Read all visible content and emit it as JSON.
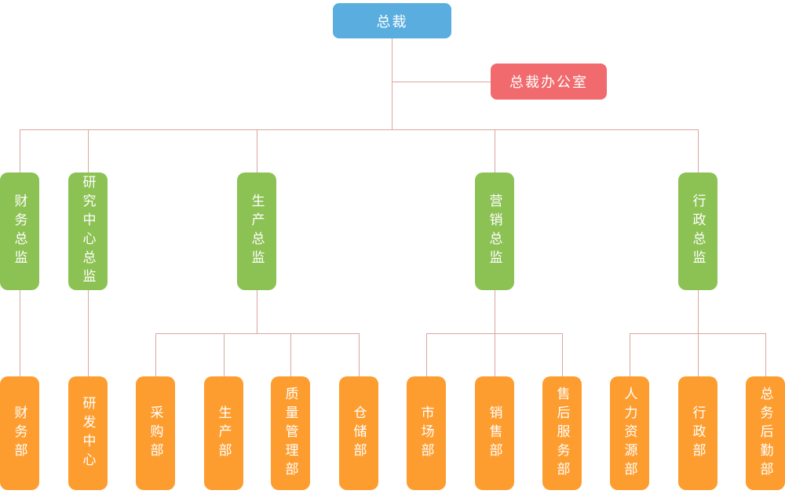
{
  "colors": {
    "root": "#5AADDF",
    "office": "#F16A6D",
    "director": "#8CC153",
    "department": "#FD9D2F",
    "connector": "#DAA69E",
    "label": "#FFFFFF"
  },
  "hierarchy": {
    "root": "总裁",
    "staff": "总裁办公室",
    "branches": [
      {
        "director": "财务总监",
        "departments": [
          "财务部"
        ]
      },
      {
        "director": "研究中心总监",
        "departments": [
          "研发中心"
        ]
      },
      {
        "director": "生产总监",
        "departments": [
          "采购部",
          "生产部",
          "质量管理部",
          "仓储部"
        ]
      },
      {
        "director": "营销总监",
        "departments": [
          "市场部",
          "销售部",
          "售后服务部"
        ]
      },
      {
        "director": "行政总监",
        "departments": [
          "人力资源部",
          "行政部",
          "总务后勤部"
        ]
      }
    ]
  }
}
